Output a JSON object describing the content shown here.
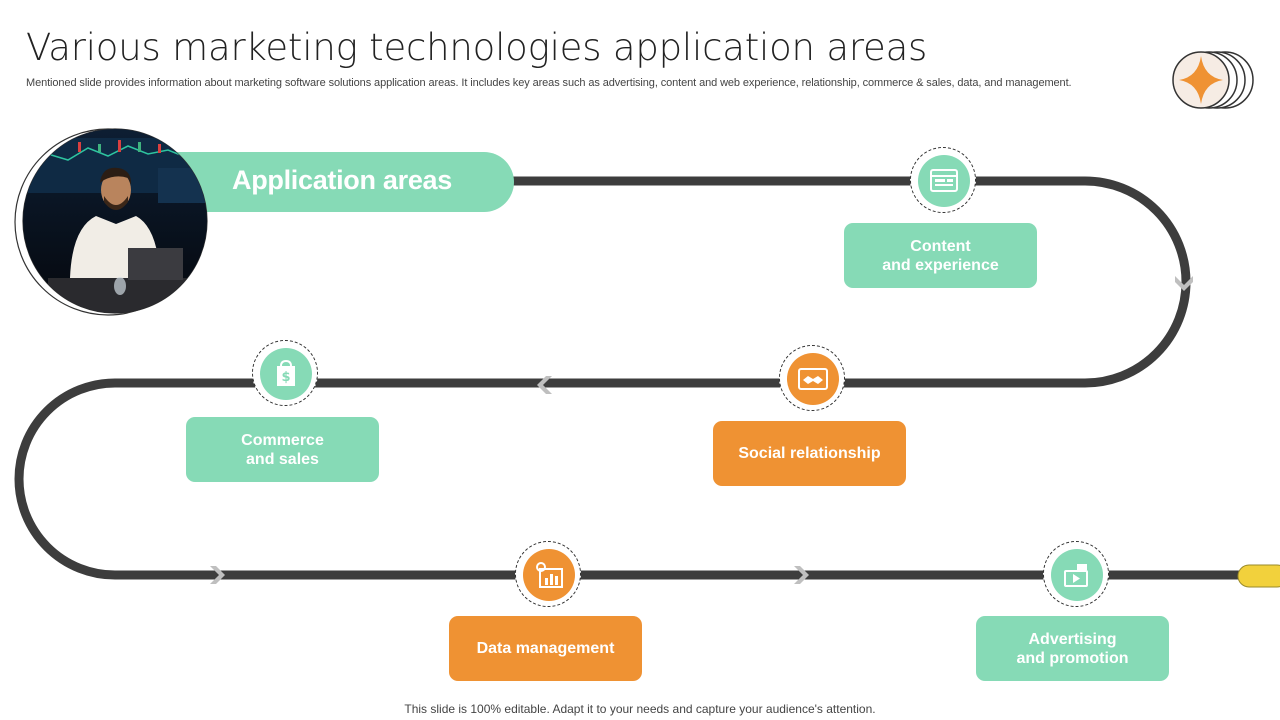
{
  "slide": {
    "title": "Various marketing technologies application areas",
    "subtitle": "Mentioned slide provides information about marketing software solutions application areas. It includes key areas such as advertising, content and web experience, relationship, commerce & sales, data, and management.",
    "header_label": "Application areas",
    "footer": "This slide is 100% editable. Adapt it to your needs and capture your audience's attention."
  },
  "areas": [
    {
      "label": "Content\nand experience",
      "icon": "content-browser-icon",
      "color": "green"
    },
    {
      "label": "Social relationship",
      "icon": "handshake-icon",
      "color": "orange"
    },
    {
      "label": "Commerce\nand sales",
      "icon": "dollar-bag-icon",
      "color": "green"
    },
    {
      "label": "Data management",
      "icon": "data-chart-gear-icon",
      "color": "orange"
    },
    {
      "label": "Advertising\nand promotion",
      "icon": "video-megaphone-icon",
      "color": "green"
    }
  ],
  "colors": {
    "green": "#86dab6",
    "orange": "#ef9233",
    "track": "#3d3d3d",
    "end_cap": "#f2d13c"
  }
}
